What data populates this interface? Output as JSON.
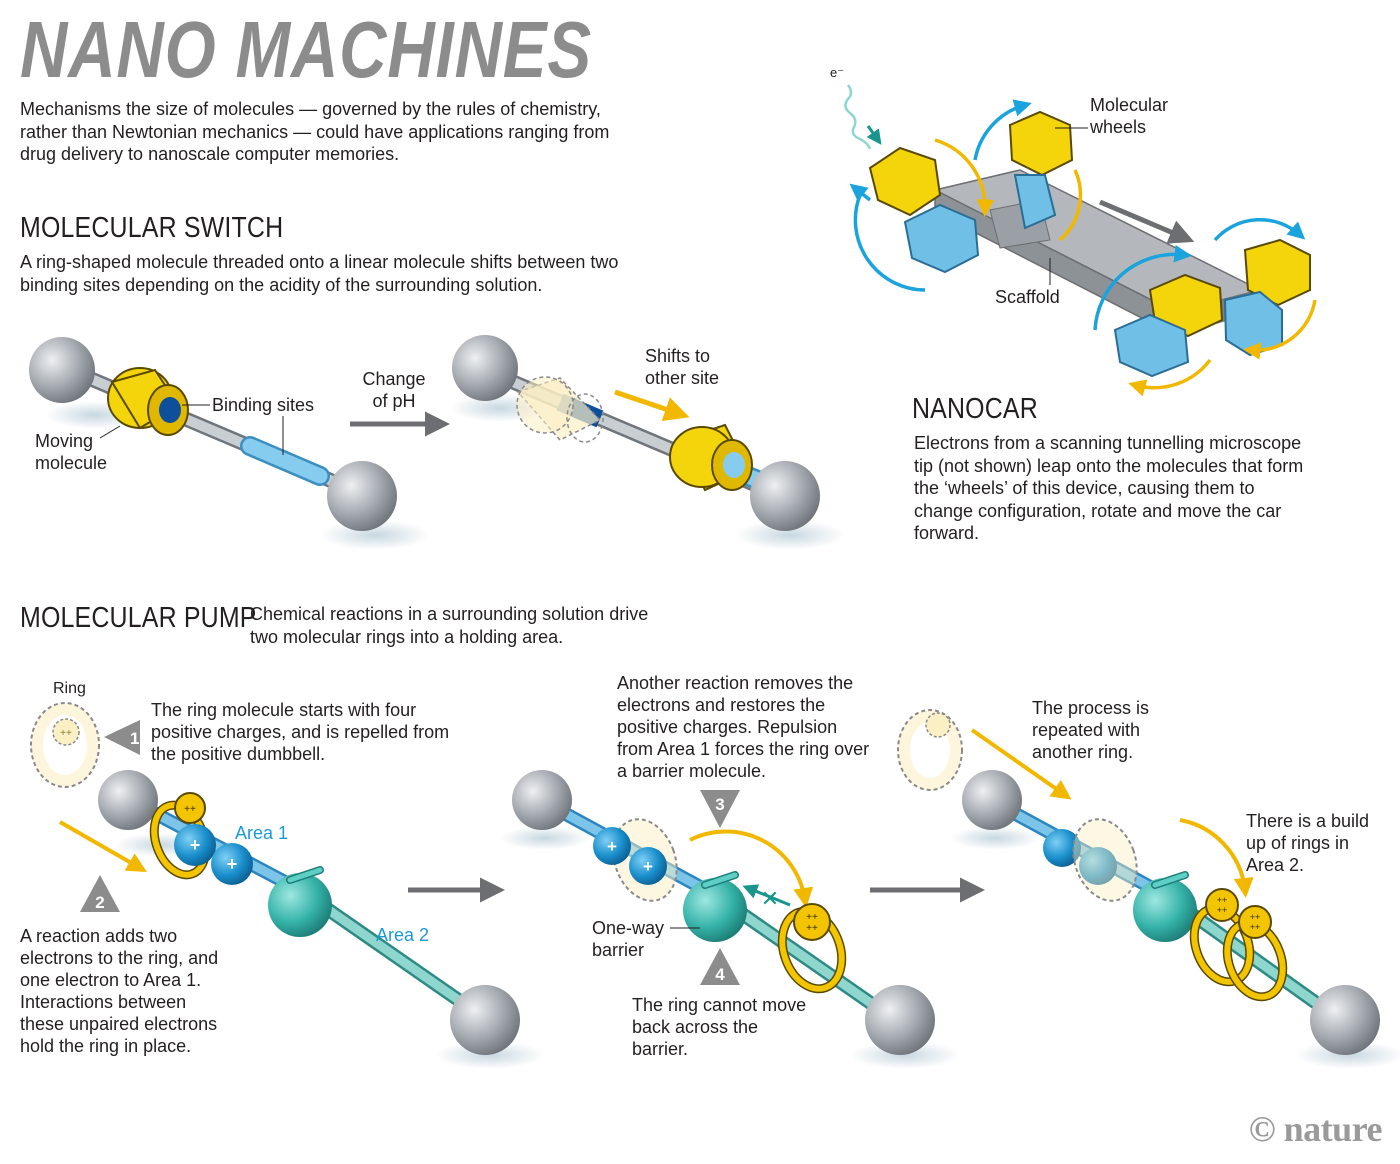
{
  "title": "NANO MACHINES",
  "intro": "Mechanisms the size of molecules — governed by the rules of chemistry, rather than Newtonian mechanics — could have applications ranging from drug delivery to nanoscale computer memories.",
  "switch": {
    "heading": "MOLECULAR SWITCH",
    "desc": "A ring-shaped molecule threaded onto a linear molecule shifts between two binding sites depending on the acidity of the surrounding solution.",
    "binding_sites": "Binding sites",
    "moving_molecule": "Moving molecule",
    "change_ph": "Change of pH",
    "shifts": "Shifts to other site"
  },
  "nanocar": {
    "electron": "e⁻",
    "wheels": "Molecular wheels",
    "scaffold": "Scaffold",
    "heading": "NANOCAR",
    "desc": "Electrons from a scanning tunnelling microscope tip (not shown) leap onto the molecules that form the ‘wheels’ of this device, causing them to change configuration, rotate and move the car forward."
  },
  "pump": {
    "heading": "MOLECULAR PUMP",
    "desc": "Chemical reactions in a surrounding solution drive two molecular rings into a holding area.",
    "ring": "Ring",
    "step1": "The ring molecule starts with four positive charges, and is repelled from the positive dumbbell.",
    "area1": "Area 1",
    "area2": "Area 2",
    "step2": "A reaction adds two electrons to the ring, and one electron to Area 1. Interactions between these unpaired electrons hold the ring in place.",
    "step3": "Another reaction removes the electrons and restores the positive charges. Repulsion from Area 1 forces the ring over a barrier molecule.",
    "barrier": "One-way barrier",
    "step4": "The ring cannot move back across the barrier.",
    "repeat": "The process is repeated with another ring.",
    "buildup": "There is a build up of rings in Area 2.",
    "n1": "1",
    "n2": "2",
    "n3": "3",
    "n4": "4"
  },
  "credit": "© nature",
  "colors": {
    "yellow": "#f2c500",
    "blue": "#1a9ad6",
    "lightblue": "#7cc5e8",
    "teal": "#3bb8b0",
    "gray": "#9aa0a6"
  }
}
